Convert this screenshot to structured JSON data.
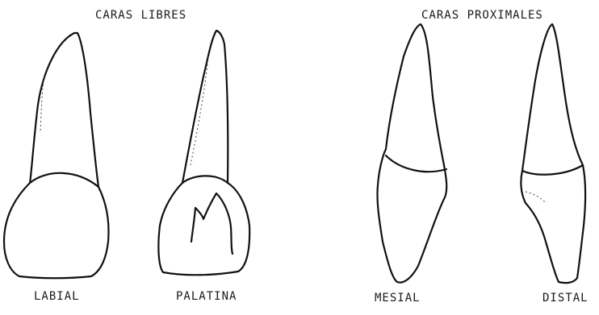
{
  "headings": {
    "free_faces": "CARAS LIBRES",
    "proximal_faces": "CARAS PROXIMALES"
  },
  "views": {
    "labial": "LABIAL",
    "palatal": "PALATINA",
    "mesial": "MESIAL",
    "distal": "DISTAL"
  }
}
